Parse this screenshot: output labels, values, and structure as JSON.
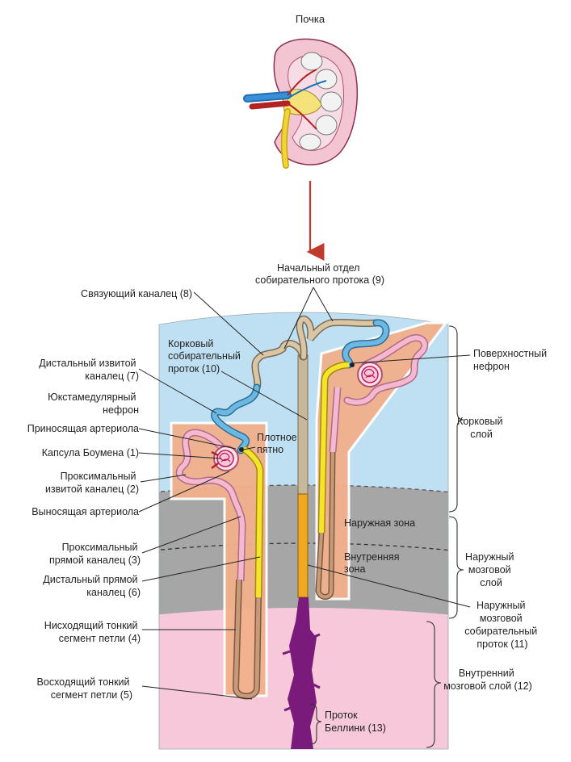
{
  "title": "Почка",
  "labels": {
    "initial_collecting": [
      "Начальный отдел",
      "собирательного протока (9)"
    ],
    "connecting": [
      "Связующий каналец (8)"
    ],
    "cortical_collecting": [
      "Корковый",
      "собирательный",
      "проток (10)"
    ],
    "distal_convoluted": [
      "Дистальный извитой",
      "каналец (7)"
    ],
    "juxtamedullary": [
      "Юкстамедулярный",
      "нефрон"
    ],
    "afferent": [
      "Приносящая артериола"
    ],
    "bowman": [
      "Капсула Боумена (1)"
    ],
    "macula": [
      "Плотное",
      "пятно"
    ],
    "proximal_convoluted": [
      "Проксимальный",
      "извитой каналец (2)"
    ],
    "efferent": [
      "Выносящая артериола"
    ],
    "proximal_straight": [
      "Проксимальный",
      "прямой каналец (3)"
    ],
    "distal_straight": [
      "Дистальный прямой",
      "каналец (6)"
    ],
    "thin_descending": [
      "Нисходящий тонкий",
      "сегмент петли (4)"
    ],
    "thin_ascending": [
      "Восходящий тонкий",
      "сегмент петли (5)"
    ],
    "superficial": [
      "Поверхностный",
      "нефрон"
    ],
    "cortex": [
      "Корковый",
      "слой"
    ],
    "outer_stripe": [
      "Наружная зона"
    ],
    "inner_stripe": [
      "Внутренняя",
      "зона"
    ],
    "outer_medulla": [
      "Наружный",
      "мозговой",
      "слой"
    ],
    "outer_medullary_collecting": [
      "Наружный",
      "мозговой",
      "собирательный",
      "проток (11)"
    ],
    "inner_medulla": [
      "Внутренний",
      "мозговой слой (12)"
    ],
    "bellini": [
      "Проток",
      "Беллини (13)"
    ]
  },
  "colors": {
    "cortex": "#bfe0f2",
    "outer_medulla": "#a6a6a6",
    "inner_medulla": "#f6c8da",
    "nephron_region": "#f2b08c",
    "proximal_tubule": "#f4b8cf",
    "distal_tubule": "#6db8e0",
    "thick_ascending": "#f5e42a",
    "thin_limb": "#c89a78",
    "collecting_duct": "#b8b8a8",
    "outer_medullary_duct": "#f0a820",
    "bellini_duct": "#7a1a7a",
    "glomerulus": "#c2185b",
    "arrow": "#c0392b"
  }
}
